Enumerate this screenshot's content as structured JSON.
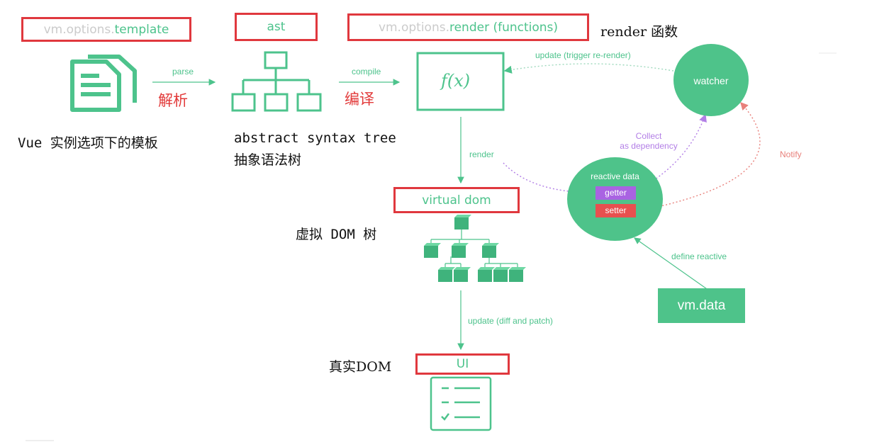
{
  "boxes": {
    "template_prefix": "vm.options.",
    "template_main": "template",
    "ast": "ast",
    "render_prefix": "vm.options.",
    "render_main": "render (functions)",
    "virtual_dom": "virtual dom",
    "ui": "UI"
  },
  "annotations": {
    "render_fn": "render 函数",
    "parse_cn": "解析",
    "compile_cn": "编译",
    "template_desc": "Vue 实例选项下的模板",
    "ast_desc_en": "abstract syntax tree",
    "ast_desc_cn": "抽象语法树",
    "vdom_desc": "虚拟 DOM 树",
    "real_dom": "真实DOM"
  },
  "edges": {
    "parse": "parse",
    "compile": "compile",
    "update_trigger": "update (trigger re-render)",
    "render": "render",
    "collect": [
      "Collect",
      "as dependency"
    ],
    "notify": "Notify",
    "define_reactive": "define reactive",
    "update_patch": "update (diff and patch)"
  },
  "nodes": {
    "fx": "f(x)",
    "watcher": "watcher",
    "reactive_data": "reactive data",
    "getter": "getter",
    "setter": "setter",
    "vm_data": "vm.data"
  },
  "colors": {
    "green": "#4dc38c",
    "red_box": "#e0383e",
    "getter": "#a963e2",
    "setter": "#e8504f",
    "purple_line": "#b27ee6",
    "red_line": "#e8807b"
  }
}
